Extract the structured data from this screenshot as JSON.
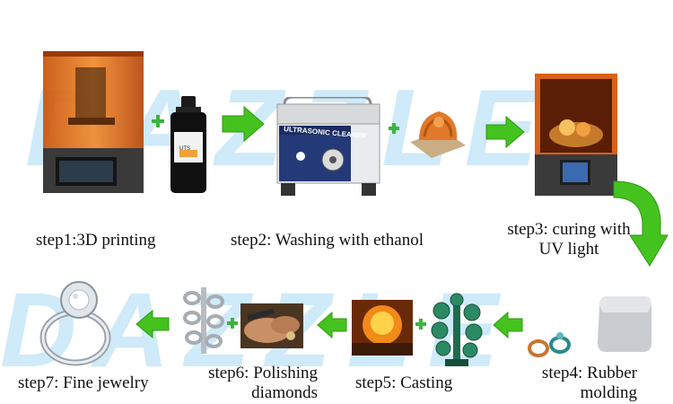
{
  "watermark": {
    "row1": "DAZZLE",
    "row2": "DAZZLE"
  },
  "steps": [
    {
      "id": 1,
      "label": "step1:3D printing"
    },
    {
      "id": 2,
      "label": "step2: Washing with ethanol"
    },
    {
      "id": 3,
      "label_line1": "step3: curing with",
      "label_line2": "UV light"
    },
    {
      "id": 4,
      "label_line1": "step4: Rubber",
      "label_line2": "molding"
    },
    {
      "id": 5,
      "label": "step5: Casting"
    },
    {
      "id": 6,
      "label_line1": "step6: Polishing",
      "label_line2": "diamonds"
    },
    {
      "id": 7,
      "label": "step7: Fine jewelry"
    }
  ],
  "product_text": {
    "bottle_label": "UTS",
    "cleaner_label": "ULTRASONIC CLEANER"
  },
  "colors": {
    "arrow_green": "#44c21e",
    "plus_green": "#3cb33c",
    "printer_orange": "#e8741a",
    "resin_wax": "#e57f2d",
    "cast_green": "#1f6b4f",
    "watermark": "#bfe3f7"
  }
}
